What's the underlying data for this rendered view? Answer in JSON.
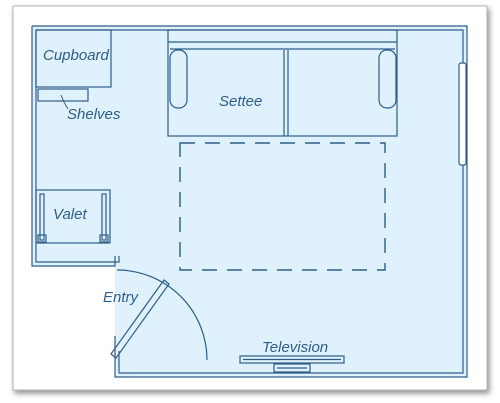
{
  "plan": {
    "labels": {
      "cupboard": "Cupboard",
      "shelves": "Shelves",
      "settee": "Settee",
      "valet": "Valet",
      "entry": "Entry",
      "television": "Television"
    },
    "colors": {
      "floor": "#dff1fc",
      "line": "#2e5d87",
      "frame_border": "#b5b5b5",
      "shadow": "#9a9a9a"
    }
  }
}
